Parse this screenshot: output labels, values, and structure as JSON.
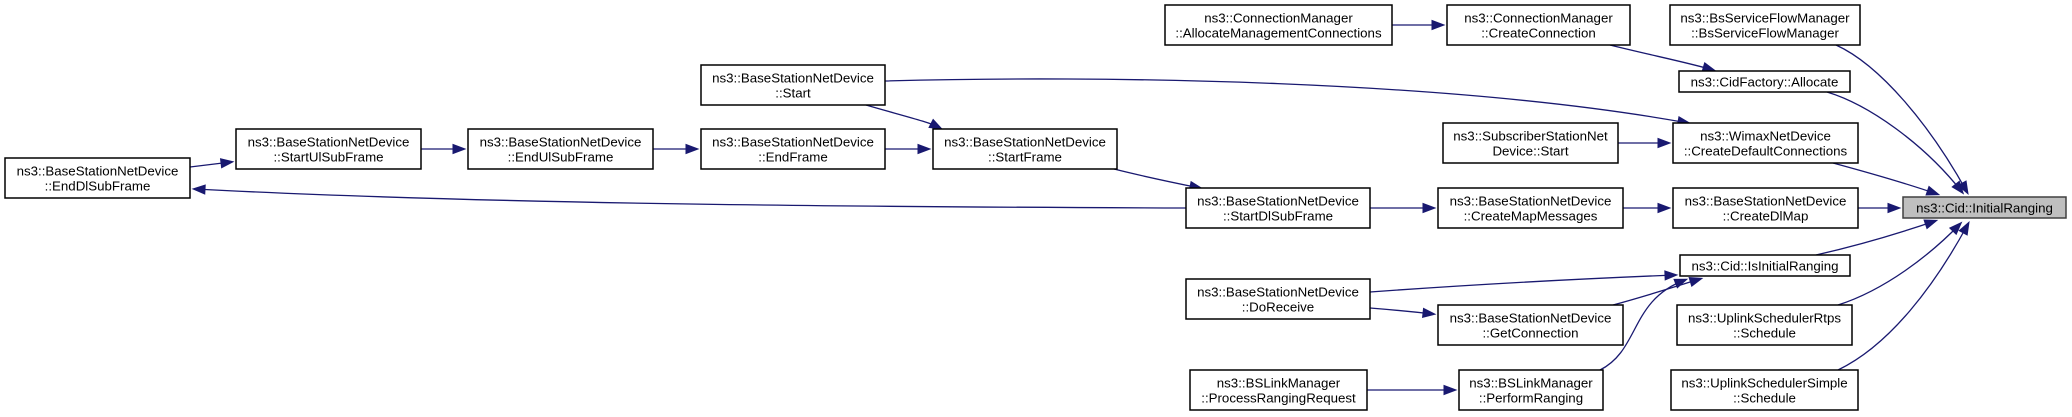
{
  "title": "Call graph: ns3::Cid::InitialRanging",
  "colors": {
    "edge": "#191970",
    "node_fill": "#ffffff",
    "node_border": "#000000",
    "root_fill": "#bfbfbf",
    "root_border": "#404040"
  },
  "nodes": [
    {
      "id": "initial_ranging",
      "lines": [
        "ns3::Cid::InitialRanging"
      ],
      "root": true
    },
    {
      "id": "bs_service_flow_manager",
      "lines": [
        "ns3::BsServiceFlowManager",
        "::BsServiceFlowManager"
      ]
    },
    {
      "id": "cid_factory_allocate",
      "lines": [
        "ns3::CidFactory::Allocate"
      ]
    },
    {
      "id": "wimax_create_default_connections",
      "lines": [
        "ns3::WimaxNetDevice",
        "::CreateDefaultConnections"
      ]
    },
    {
      "id": "bs_create_dl_map",
      "lines": [
        "ns3::BaseStationNetDevice",
        "::CreateDlMap"
      ]
    },
    {
      "id": "cid_is_initial_ranging",
      "lines": [
        "ns3::Cid::IsInitialRanging"
      ]
    },
    {
      "id": "uplink_scheduler_rtps_schedule",
      "lines": [
        "ns3::UplinkSchedulerRtps",
        "::Schedule"
      ]
    },
    {
      "id": "uplink_scheduler_simple_schedule",
      "lines": [
        "ns3::UplinkSchedulerSimple",
        "::Schedule"
      ]
    },
    {
      "id": "connection_manager_create_connection",
      "lines": [
        "ns3::ConnectionManager",
        "::CreateConnection"
      ]
    },
    {
      "id": "connection_manager_allocate_mgmt",
      "lines": [
        "ns3::ConnectionManager",
        "::AllocateManagementConnections"
      ]
    },
    {
      "id": "subscriber_station_start",
      "lines": [
        "ns3::SubscriberStationNet",
        "Device::Start"
      ]
    },
    {
      "id": "bs_create_map_messages",
      "lines": [
        "ns3::BaseStationNetDevice",
        "::CreateMapMessages"
      ]
    },
    {
      "id": "bs_start_dl_subframe",
      "lines": [
        "ns3::BaseStationNetDevice",
        "::StartDlSubFrame"
      ]
    },
    {
      "id": "bs_start_frame",
      "lines": [
        "ns3::BaseStationNetDevice",
        "::StartFrame"
      ]
    },
    {
      "id": "bs_start",
      "lines": [
        "ns3::BaseStationNetDevice",
        "::Start"
      ]
    },
    {
      "id": "bs_end_frame",
      "lines": [
        "ns3::BaseStationNetDevice",
        "::EndFrame"
      ]
    },
    {
      "id": "bs_end_ul_subframe",
      "lines": [
        "ns3::BaseStationNetDevice",
        "::EndUlSubFrame"
      ]
    },
    {
      "id": "bs_start_ul_subframe",
      "lines": [
        "ns3::BaseStationNetDevice",
        "::StartUlSubFrame"
      ]
    },
    {
      "id": "bs_end_dl_subframe",
      "lines": [
        "ns3::BaseStationNetDevice",
        "::EndDlSubFrame"
      ]
    },
    {
      "id": "bs_do_receive",
      "lines": [
        "ns3::BaseStationNetDevice",
        "::DoReceive"
      ]
    },
    {
      "id": "bs_get_connection",
      "lines": [
        "ns3::BaseStationNetDevice",
        "::GetConnection"
      ]
    },
    {
      "id": "bslink_perform_ranging",
      "lines": [
        "ns3::BSLinkManager",
        "::PerformRanging"
      ]
    },
    {
      "id": "bslink_process_ranging_request",
      "lines": [
        "ns3::BSLinkManager",
        "::ProcessRangingRequest"
      ]
    }
  ],
  "edges": [
    {
      "from": "bs_service_flow_manager",
      "to": "initial_ranging"
    },
    {
      "from": "cid_factory_allocate",
      "to": "initial_ranging"
    },
    {
      "from": "wimax_create_default_connections",
      "to": "initial_ranging"
    },
    {
      "from": "bs_create_dl_map",
      "to": "initial_ranging"
    },
    {
      "from": "cid_is_initial_ranging",
      "to": "initial_ranging"
    },
    {
      "from": "uplink_scheduler_rtps_schedule",
      "to": "initial_ranging"
    },
    {
      "from": "uplink_scheduler_simple_schedule",
      "to": "initial_ranging"
    },
    {
      "from": "connection_manager_create_connection",
      "to": "cid_factory_allocate"
    },
    {
      "from": "connection_manager_allocate_mgmt",
      "to": "connection_manager_create_connection"
    },
    {
      "from": "bs_start",
      "to": "wimax_create_default_connections"
    },
    {
      "from": "subscriber_station_start",
      "to": "wimax_create_default_connections"
    },
    {
      "from": "bs_create_map_messages",
      "to": "bs_create_dl_map"
    },
    {
      "from": "bs_start_dl_subframe",
      "to": "bs_create_map_messages"
    },
    {
      "from": "bs_start_frame",
      "to": "bs_start_dl_subframe"
    },
    {
      "from": "bs_start",
      "to": "bs_start_frame"
    },
    {
      "from": "bs_end_frame",
      "to": "bs_start_frame"
    },
    {
      "from": "bs_end_ul_subframe",
      "to": "bs_end_frame"
    },
    {
      "from": "bs_start_ul_subframe",
      "to": "bs_end_ul_subframe"
    },
    {
      "from": "bs_end_dl_subframe",
      "to": "bs_start_ul_subframe"
    },
    {
      "from": "bs_start_dl_subframe",
      "to": "bs_end_dl_subframe"
    },
    {
      "from": "bs_do_receive",
      "to": "cid_is_initial_ranging"
    },
    {
      "from": "bs_do_receive",
      "to": "bs_get_connection"
    },
    {
      "from": "bs_get_connection",
      "to": "cid_is_initial_ranging"
    },
    {
      "from": "bslink_perform_ranging",
      "to": "cid_is_initial_ranging"
    },
    {
      "from": "bslink_process_ranging_request",
      "to": "bslink_perform_ranging"
    }
  ]
}
